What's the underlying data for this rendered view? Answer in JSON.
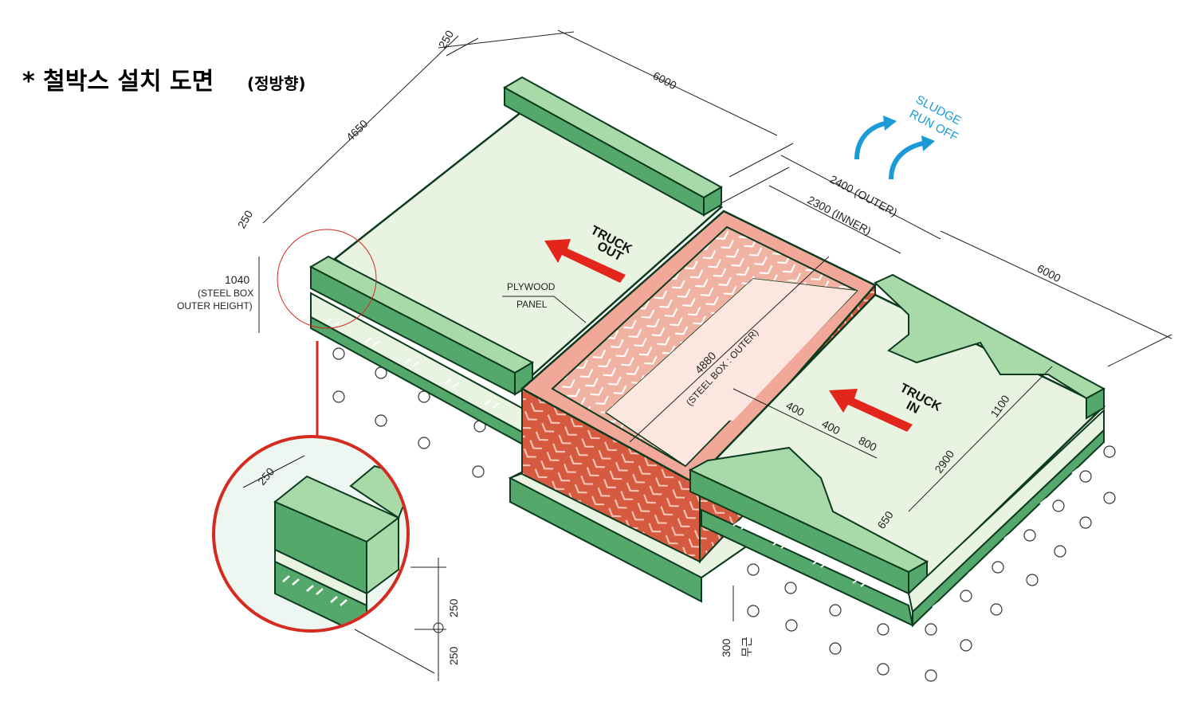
{
  "title": {
    "main": "* 철박스 설치 도면",
    "sub": "(정방향)"
  },
  "labels": {
    "truck_out_1": "TRUCK",
    "truck_out_2": "OUT",
    "truck_in_1": "TRUCK",
    "truck_in_2": "IN",
    "sludge_1": "SLUDGE",
    "sludge_2": "RUN OFF",
    "plywood_1": "PLYWOOD",
    "plywood_2": "PANEL",
    "steel_box_1": "4880",
    "steel_box_2": "(STEEL BOX : OUTER)",
    "height_1": "1040",
    "height_2": "(STEEL BOX",
    "height_3": "OUTER HEIGHT)"
  },
  "dimensions": {
    "d250_top": "250",
    "d6000_top": "6000",
    "d4650": "4650",
    "d250_left": "250",
    "d2400": "2400 (OUTER)",
    "d2300": "2300 (INNER)",
    "d6000_right": "6000",
    "d1100": "1100",
    "d2900": "2900",
    "d400_a": "400",
    "d400_b": "400",
    "d800": "800",
    "d650": "650",
    "d300": "300",
    "d300_note": "무근",
    "inset_250_top": "250",
    "inset_250_a": "250",
    "inset_250_b": "250"
  },
  "colors": {
    "pad_light": "#e8f3e2",
    "curb_top": "#a8d9a8",
    "curb_side": "#55a86b",
    "curb_edge": "#0b3a1e",
    "box_rim": "#f2a898",
    "box_outer": "#d65a40",
    "box_inner": "#f0b2a2",
    "box_floor": "#fbe6e0",
    "arrow_red": "#e3261c",
    "sludge_blue": "#1a9ad6",
    "callout_red": "#d42a20"
  }
}
